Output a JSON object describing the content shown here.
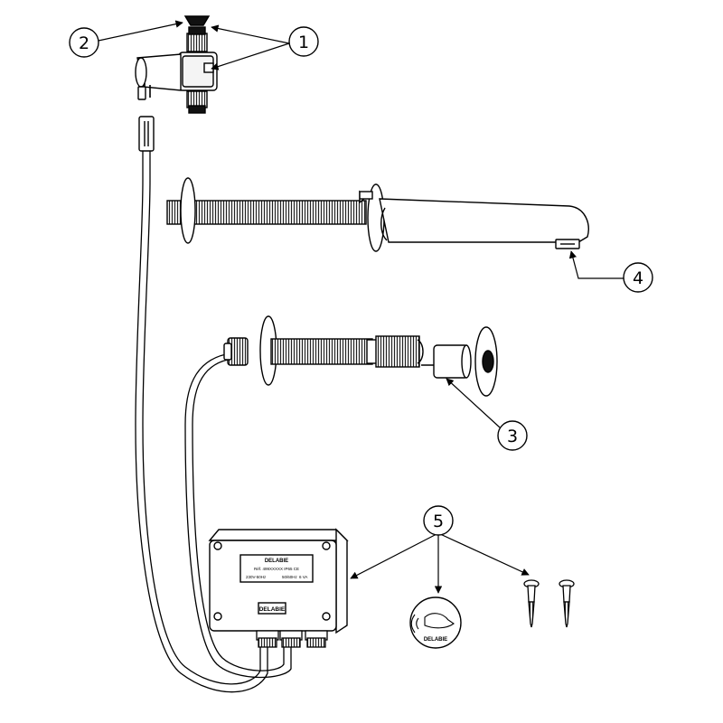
{
  "callouts": [
    {
      "number": "1",
      "part": "solenoid-valve-and-filter"
    },
    {
      "number": "2",
      "part": "filter"
    },
    {
      "number": "3",
      "part": "sensor-spacer-and-wall-plate"
    },
    {
      "number": "4",
      "part": "aerator"
    },
    {
      "number": "5",
      "part": "fixing-kit"
    }
  ],
  "electronic_box": {
    "brand": "DELABIE",
    "spec_line": "Réf. 499XXXXX IP65 CE",
    "voltage": "230V-50Hz",
    "freq": "50/60Hz",
    "power": "6 VA",
    "logo_badge": "DELABIE"
  },
  "sensor_sticker": {
    "brand": "DELABIE"
  }
}
